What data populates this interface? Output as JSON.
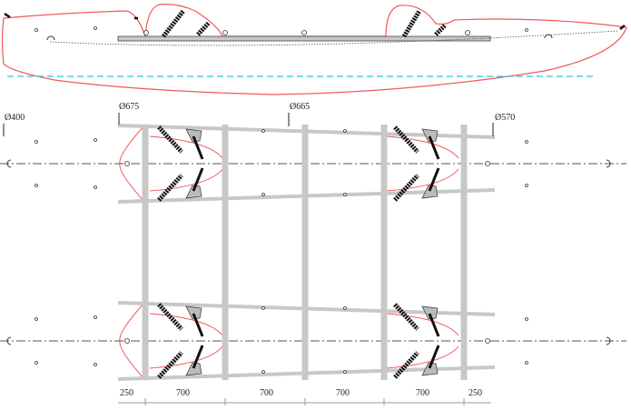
{
  "title": "Catamaran kayak layout drawing",
  "diameters": {
    "stern": "Ø400",
    "front_beam": "Ø675",
    "middle": "Ø665",
    "rear_beam": "Ø570"
  },
  "dimensions": [
    "250",
    "700",
    "700",
    "700",
    "700",
    "250"
  ],
  "colors": {
    "hull": "#f0585a",
    "beam": "#c8c8c8",
    "waterline": "#29c3e6"
  }
}
